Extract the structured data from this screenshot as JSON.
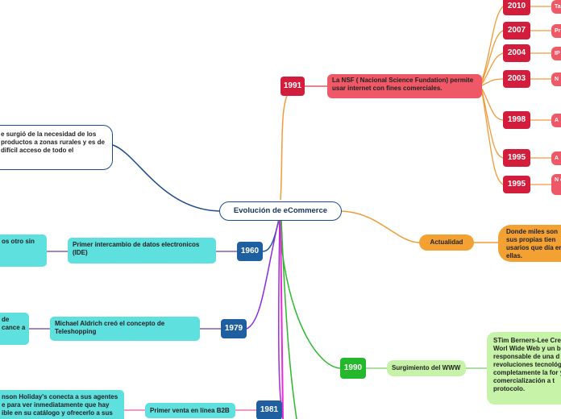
{
  "center": "Evolución de eCommerce",
  "top_branch": {
    "year": "1991",
    "text": "La NSF ( Nacional Science Fundation) permite usar internet con fines comerciales.",
    "children": [
      {
        "year": "2010",
        "text": "Ta"
      },
      {
        "year": "2007",
        "text": "Pr"
      },
      {
        "year": "2004",
        "text": "IP"
      },
      {
        "year": "2003",
        "text": "N"
      },
      {
        "year": "1998",
        "text": "A"
      },
      {
        "year": "1995",
        "text": "A"
      },
      {
        "year": "1995",
        "text": "N e"
      }
    ]
  },
  "origin_note": "e surgió de la necesidad de los productos a zonas rurales y es de difícil acceso de todo el",
  "actualidad": {
    "label": "Actualidad",
    "text": "Donde miles son sus propias tien usarios que día en ellas."
  },
  "b1960": {
    "year": "1960",
    "label": "Primer intercambio de datos electronicos (IDE)",
    "note": "os otro sin"
  },
  "b1979": {
    "year": "1979",
    "label": "Michael Aldrich creó el concepto de Teleshopping",
    "note": "de cance a"
  },
  "b1990": {
    "year": "1990",
    "label": "Surgimiento del WWW",
    "text": "STim Berners-Lee Crea Worl Wide Web y un b responsable de una d revoluciones tecnológ completamente la for y comercialización a t protocolo."
  },
  "b1981": {
    "year": "1981",
    "label": "Primer venta en línea B2B",
    "note": "nson Holiday's conecta a sus agentes e para ver inmediatamente que hay ible en su catálogo y ofrecerlo a sus"
  }
}
